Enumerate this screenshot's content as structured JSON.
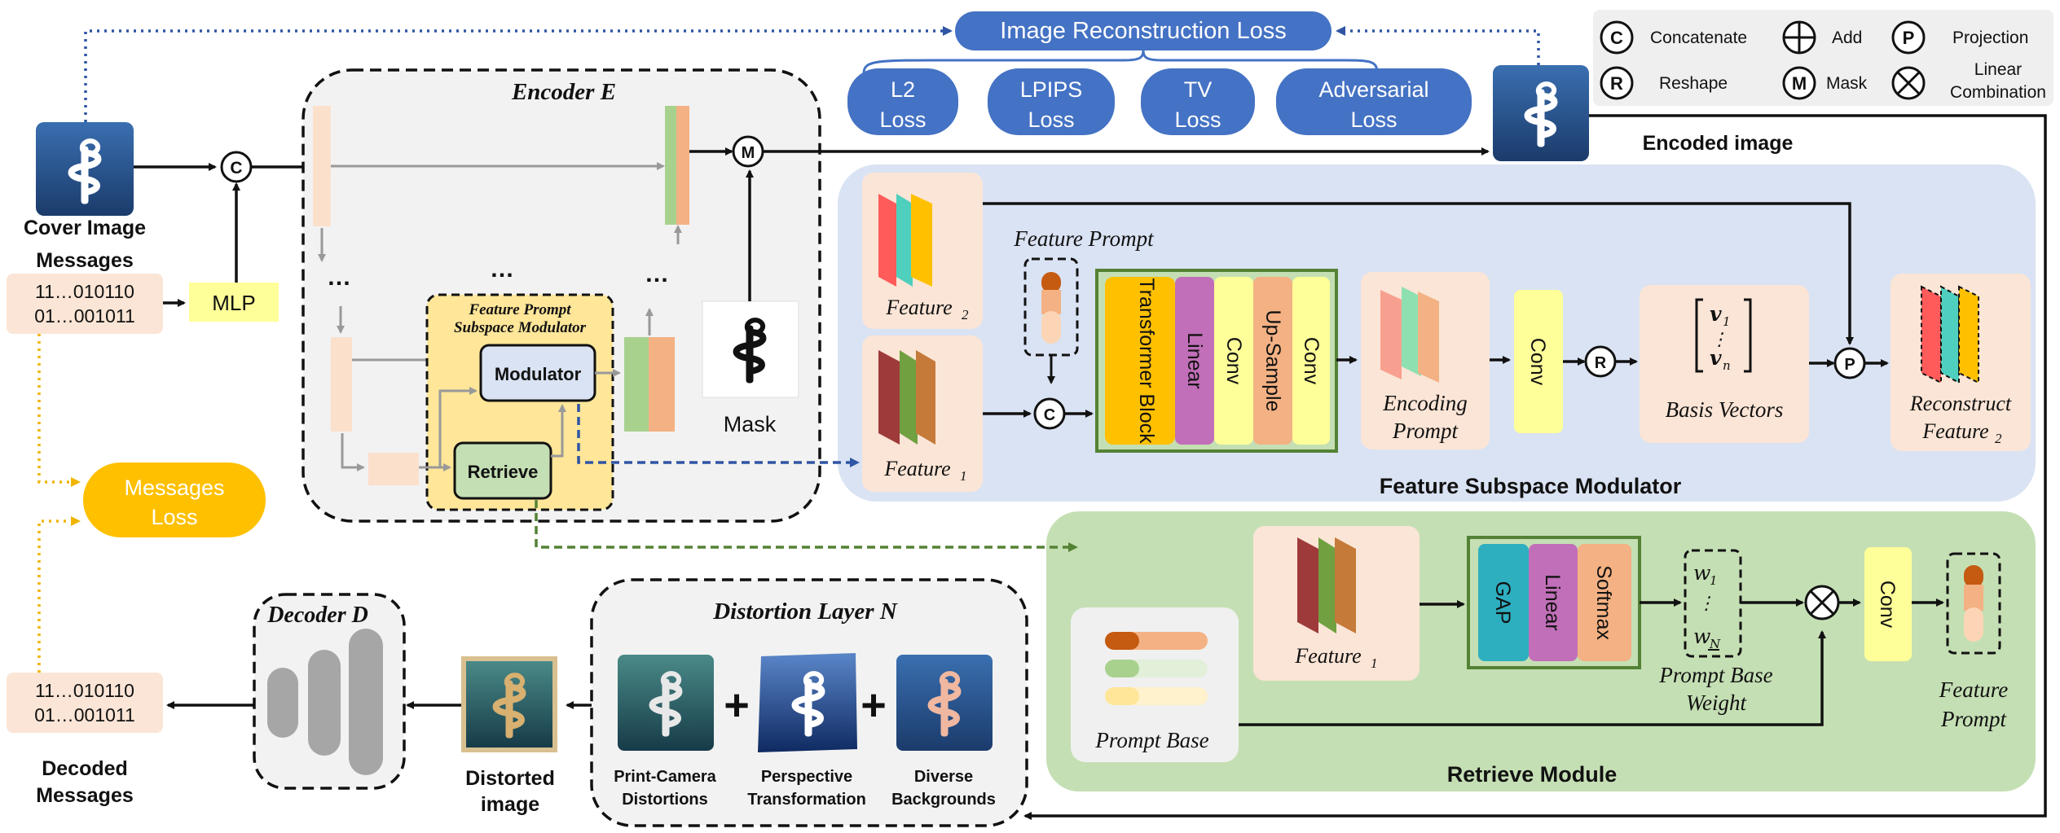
{
  "top": {
    "loss_title": "Image Reconstruction Loss",
    "losses": [
      {
        "line1": "L2",
        "line2": "Loss"
      },
      {
        "line1": "LPIPS",
        "line2": "Loss"
      },
      {
        "line1": "TV",
        "line2": "Loss"
      },
      {
        "line1": "Adversarial",
        "line2": "Loss"
      }
    ],
    "encoded_image": "Encoded image"
  },
  "legend": {
    "items": [
      {
        "sym": "C",
        "label": "Concatenate"
      },
      {
        "sym": "+",
        "label": "Add"
      },
      {
        "sym": "P",
        "label": "Projection"
      },
      {
        "sym": "R",
        "label": "Reshape"
      },
      {
        "sym": "M",
        "label": "Mask"
      },
      {
        "sym": "×",
        "label": "Linear"
      }
    ],
    "linear_line2": "Combination"
  },
  "left": {
    "cover_image": "Cover Image",
    "messages": "Messages",
    "bits": [
      "11…010110",
      "01…001011"
    ],
    "mlp": "MLP",
    "messages_loss": [
      "Messages",
      "Loss"
    ],
    "decoded_bits": [
      "11…010110",
      "01…001011"
    ],
    "decoded_messages": [
      "Decoded",
      "Messages"
    ]
  },
  "encoder": {
    "title": "Encoder E",
    "dots": "…",
    "fpsm_title": [
      "Feature Prompt",
      "Subspace Modulator"
    ],
    "modulator": "Modulator",
    "retrieve": "Retrieve",
    "mask": "Mask",
    "concat": "C",
    "mask_op": "M"
  },
  "fsm": {
    "title": "Feature Subspace Modulator",
    "feature2": "Feature",
    "feature2_sub": "2",
    "feature1": "Feature",
    "feature1_sub": "1",
    "feature_prompt": "Feature Prompt",
    "block_layers": [
      "Transformer Block",
      "Linear",
      "Conv",
      "Up-Sample",
      "Conv"
    ],
    "encoding_prompt": [
      "Encoding",
      "Prompt"
    ],
    "conv": "Conv",
    "reshape": "R",
    "basis_vectors": "Basis Vectors",
    "projection": "P",
    "reconstruct": "Reconstruct",
    "reconstruct_feature": "Feature",
    "reconstruct_sub": "2",
    "concat": "C"
  },
  "retrieve": {
    "title": "Retrieve Module",
    "prompt_base": "Prompt Base",
    "feature1": "Feature",
    "feature1_sub": "1",
    "block_layers": [
      "GAP",
      "Linear",
      "Softmax"
    ],
    "weights_top": "w",
    "weights_top_sub": "1",
    "weights_dots": "⋮",
    "weights_bottom": "w",
    "weights_bottom_sub": "N",
    "prompt_base_weight": [
      "Prompt Base",
      "Weight"
    ],
    "conv": "Conv",
    "feature_prompt": [
      "Feature",
      "Prompt"
    ]
  },
  "distortion": {
    "title": "Distortion Layer N",
    "items": [
      {
        "line1": "Print-Camera",
        "line2": "Distortions"
      },
      {
        "line1": "Perspective",
        "line2": "Transformation"
      },
      {
        "line1": "Diverse",
        "line2": "Backgrounds"
      }
    ],
    "plus": "+",
    "distorted": [
      "Distorted",
      "image"
    ]
  },
  "decoder": {
    "title": "Decoder D"
  },
  "colors": {
    "loss_blue": "#4472c4",
    "fsm_bg": "#dae3f3",
    "retrieve_bg": "#c5dfb4",
    "encoder_bg": "#f2f2f2",
    "fpsm_bg": "#ffe699",
    "peach": "#fbe5d6",
    "yellow": "#ffff99",
    "orange_loss": "#ffc000",
    "green_outline": "#548235"
  }
}
